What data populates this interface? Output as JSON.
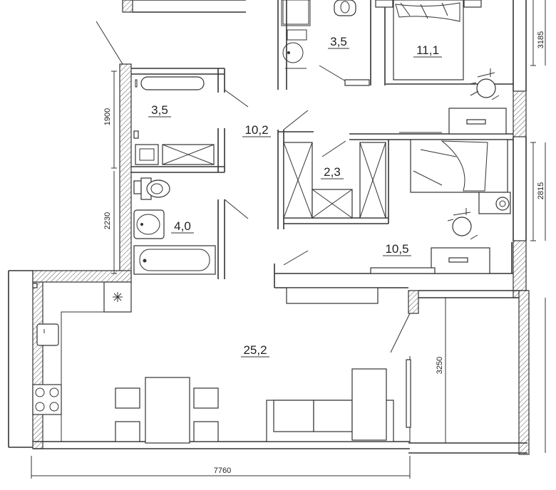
{
  "rooms": [
    {
      "id": "bath-top",
      "area": "3,5"
    },
    {
      "id": "bedroom-1",
      "area": "11,1"
    },
    {
      "id": "bath-left",
      "area": "3,5"
    },
    {
      "id": "hall",
      "area": "10,2"
    },
    {
      "id": "closet",
      "area": "2,3"
    },
    {
      "id": "wc",
      "area": "4,0"
    },
    {
      "id": "bedroom-2",
      "area": "10,5"
    },
    {
      "id": "living",
      "area": "25,2"
    }
  ],
  "dimensions": {
    "top_right": "3185",
    "left_upper": "1900",
    "left_lower": "2230",
    "right_mid": "2815",
    "balcony": "3250",
    "bottom": "7760"
  }
}
